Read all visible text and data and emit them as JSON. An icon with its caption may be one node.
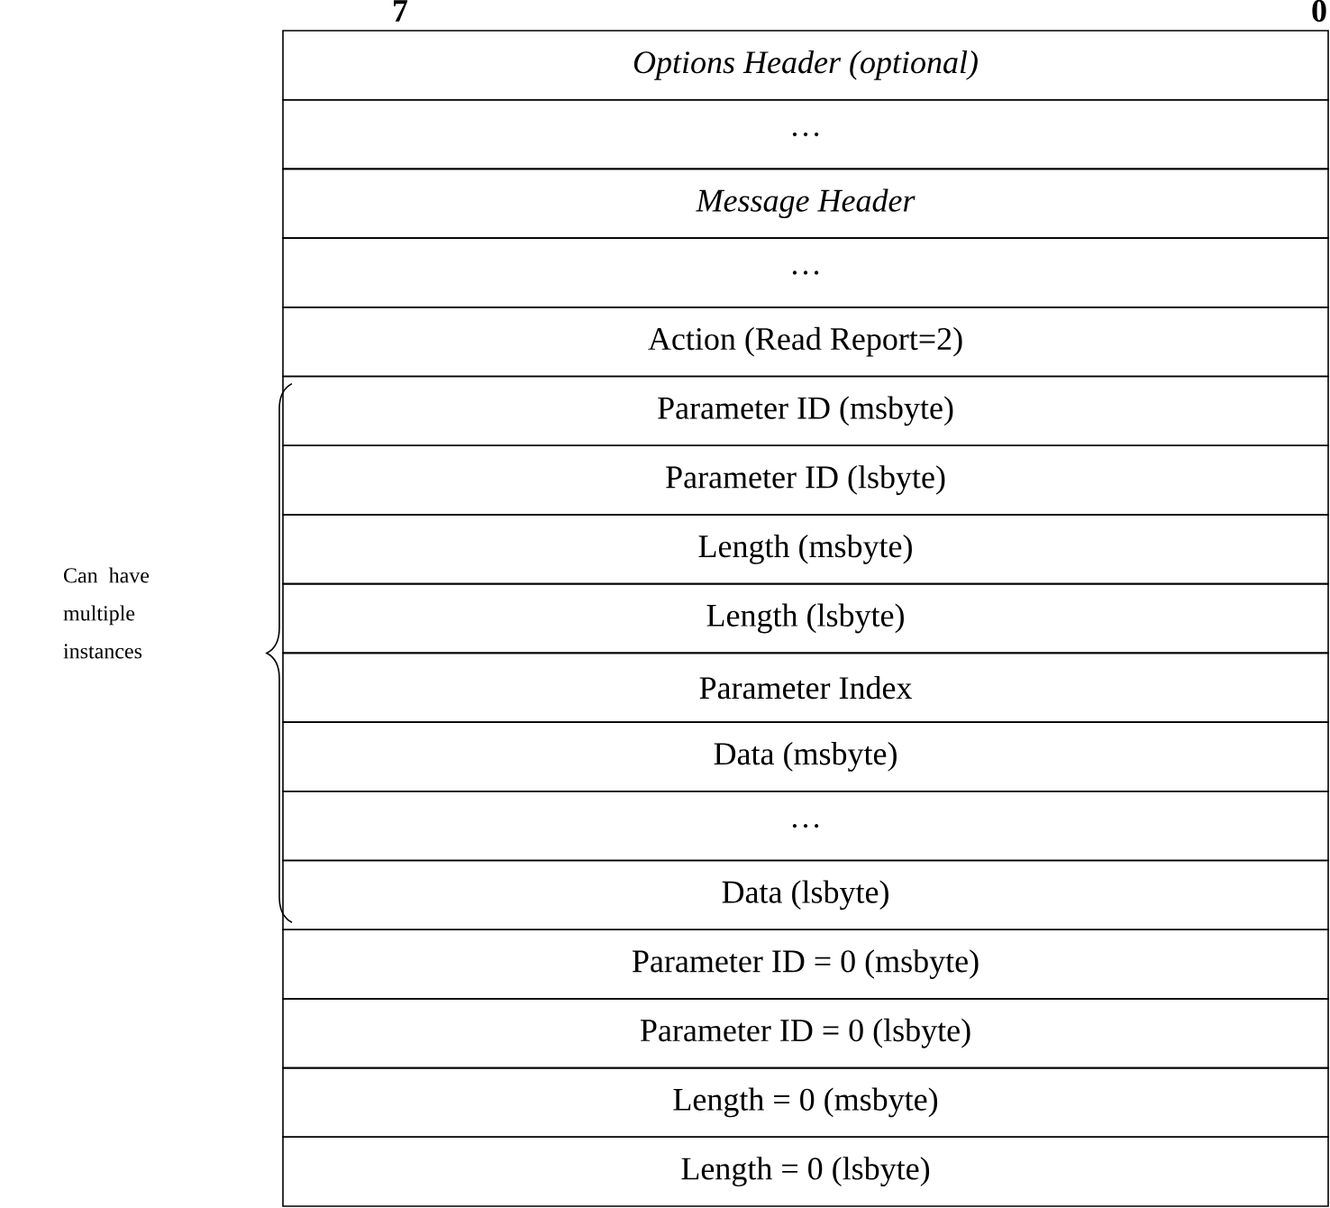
{
  "diagram": {
    "nodes": [
      {
        "text": [
          "Options Header (optional)"
        ]
      },
      {
        "text": [
          "…"
        ]
      },
      {
        "text": [
          "Message Header"
        ]
      },
      {
        "text": [
          "…"
        ]
      },
      {
        "text": [
          "Action (Read Report=2)"
        ]
      },
      {
        "text": [
          "Parameter ID (msbyte)"
        ]
      },
      {
        "text": [
          "Parameter ID (lsbyte)"
        ]
      },
      {
        "text": [
          "Length (msbyte)"
        ]
      },
      {
        "text": [
          "Length (lsbyte)"
        ]
      },
      {
        "text": [
          "Parameter Index"
        ]
      },
      {
        "text": [
          "Data (msbyte)"
        ]
      },
      {
        "text": [
          "…"
        ]
      },
      {
        "text": [
          "Data (lsbyte)"
        ]
      },
      {
        "text": [
          "Parameter ID = 0 (msbyte)"
        ]
      },
      {
        "text": [
          "Parameter ID = 0 (lsbyte)"
        ]
      },
      {
        "text": [
          "Length = 0 (msbyte)"
        ]
      },
      {
        "text": [
          "Length = 0 (lsbyte)"
        ]
      }
    ],
    "labels": [
      "7",
      "0",
      "Can have multiple instances"
    ]
  }
}
